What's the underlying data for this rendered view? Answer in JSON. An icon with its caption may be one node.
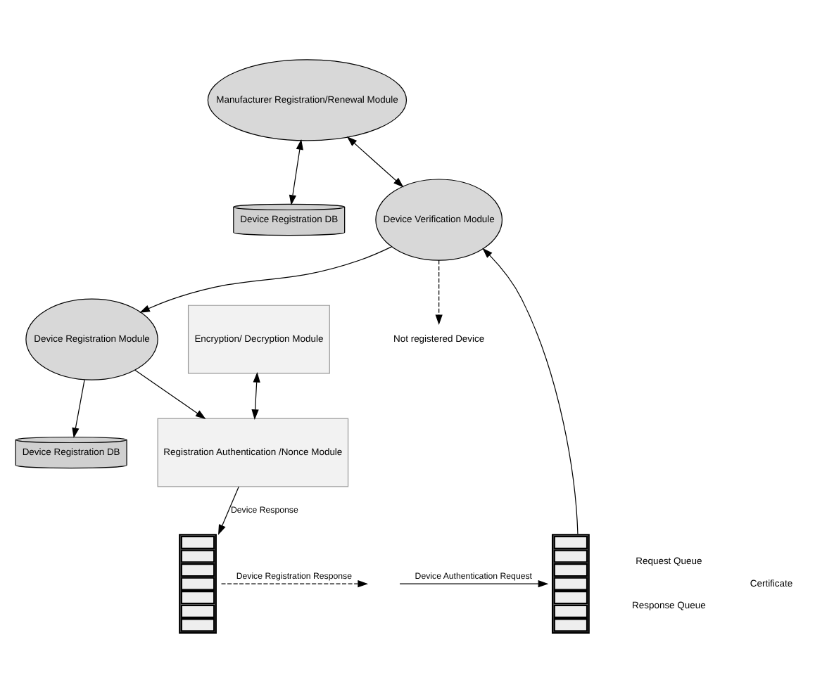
{
  "diagram": {
    "nodes": [
      {
        "text": [
          "Manufacturer Registration/Renewal Module"
        ]
      },
      {
        "text": [
          "Device Registration DB"
        ]
      },
      {
        "text": [
          "Device Verification Module"
        ]
      },
      {
        "text": [
          "Device Registration Module"
        ]
      },
      {
        "text": [
          "Device Registration DB"
        ]
      },
      {
        "text": [
          "Registration Authentication /Nonce Module"
        ]
      },
      {
        "text": [
          "Encryption/ Decryption Module"
        ]
      },
      {
        "text": [
          "Not registered Device"
        ]
      },
      {
        "text": [],
        "shape": "box",
        "beside": [
          "Request Queue",
          "Response Queue"
        ]
      },
      {
        "text": [],
        "shape": "box"
      }
    ],
    "edges": [
      {
        "from": 0,
        "to": 1,
        "arrow": "both"
      },
      {
        "from": 0,
        "to": 2,
        "arrow": "both"
      },
      {
        "from": 2,
        "to": 3,
        "arrow": "to"
      },
      {
        "from": 3,
        "to": 4,
        "arrow": "to"
      },
      {
        "from": 3,
        "to": 5,
        "arrow": "to"
      },
      {
        "from": 6,
        "to": 5,
        "arrow": "both"
      },
      {
        "from": 2,
        "to": 7,
        "arrow": "to",
        "style": "dashed"
      },
      {
        "from": 8,
        "to": 2,
        "arrow": "to"
      },
      {
        "from": null,
        "to": 8,
        "arrow": "to",
        "label": "Device Authentication Request"
      },
      {
        "from": 5,
        "to": 9,
        "arrow": "to",
        "label": "Device Response"
      },
      {
        "from": 9,
        "to": null,
        "arrow": "to",
        "label": "Device Registration Response",
        "style": "dashed"
      }
    ],
    "labels": [
      "Certificate"
    ]
  }
}
